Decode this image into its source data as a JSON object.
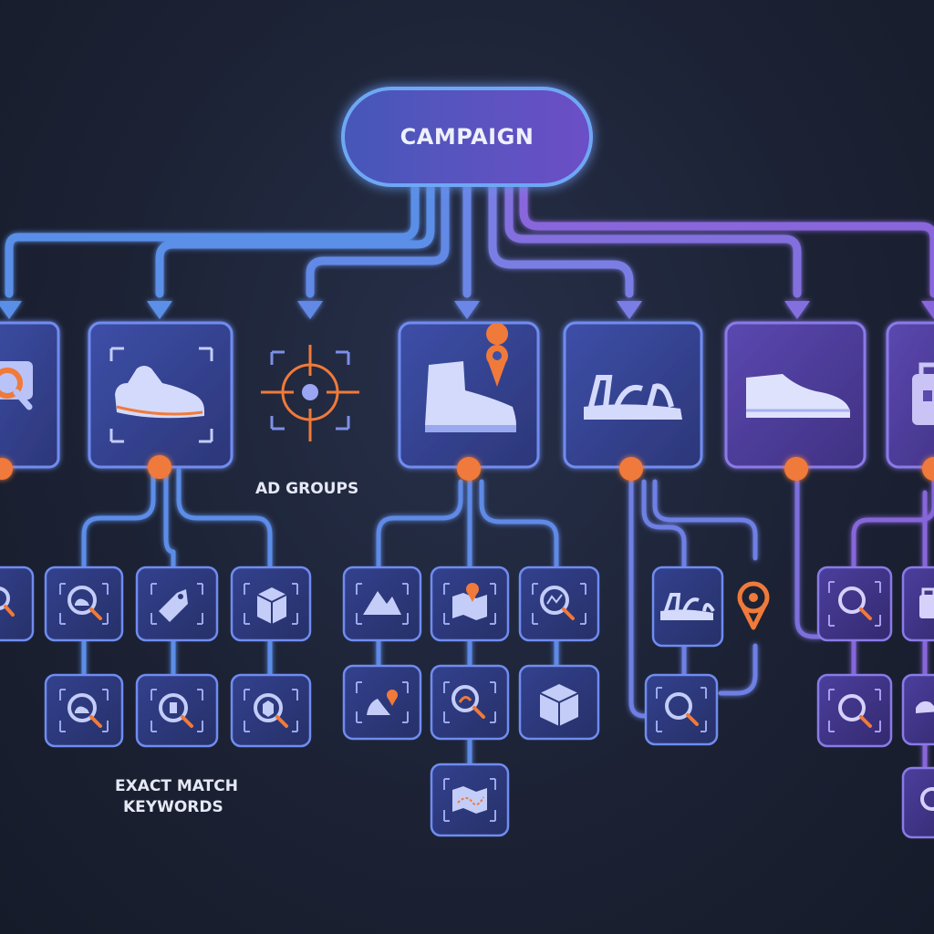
{
  "diagram": {
    "root": {
      "label": "CAMPAIGN"
    },
    "ad_groups_label": "AD GROUPS",
    "keywords_label_line1": "EXACT MATCH",
    "keywords_label_line2": "KEYWORDS",
    "ad_groups": [
      {
        "id": "ag-search-bag",
        "icon": "magnifier-bag-icon"
      },
      {
        "id": "ag-sneaker",
        "icon": "sneaker-icon"
      },
      {
        "id": "ag-boot",
        "icon": "boot-with-pin-icon"
      },
      {
        "id": "ag-sandal",
        "icon": "sandal-icon"
      },
      {
        "id": "ag-dress-shoe",
        "icon": "dress-shoe-icon"
      },
      {
        "id": "ag-briefcase",
        "icon": "briefcase-icon"
      }
    ],
    "keywords": [
      {
        "icon": "magnifier-icon"
      },
      {
        "icon": "magnifier-sneaker-icon"
      },
      {
        "icon": "price-tag-icon"
      },
      {
        "icon": "box-icon"
      },
      {
        "icon": "magnifier-sneaker-icon"
      },
      {
        "icon": "magnifier-tag-icon"
      },
      {
        "icon": "magnifier-box-icon"
      },
      {
        "icon": "mountain-icon"
      },
      {
        "icon": "map-pin-icon"
      },
      {
        "icon": "magnifier-chart-icon"
      },
      {
        "icon": "hiker-pin-icon"
      },
      {
        "icon": "magnifier-map-icon"
      },
      {
        "icon": "box-icon"
      },
      {
        "icon": "map-route-icon"
      },
      {
        "icon": "sandal-icon"
      },
      {
        "icon": "magnifier-icon"
      },
      {
        "icon": "magnifier-icon"
      },
      {
        "icon": "bag-icon"
      },
      {
        "icon": "magnifier-icon"
      },
      {
        "icon": "shoe-icon"
      },
      {
        "icon": "magnifier-icon"
      }
    ],
    "standalone_icons": [
      {
        "icon": "target-crosshair-icon"
      },
      {
        "icon": "location-pin-icon"
      }
    ],
    "colors": {
      "background": "#1c2234",
      "connector_blue": "#5b8de8",
      "connector_purple": "#8a6ce0",
      "accent_orange": "#f07a3a",
      "node_fill": "#34408a",
      "node_border": "#6f8cf0"
    }
  }
}
